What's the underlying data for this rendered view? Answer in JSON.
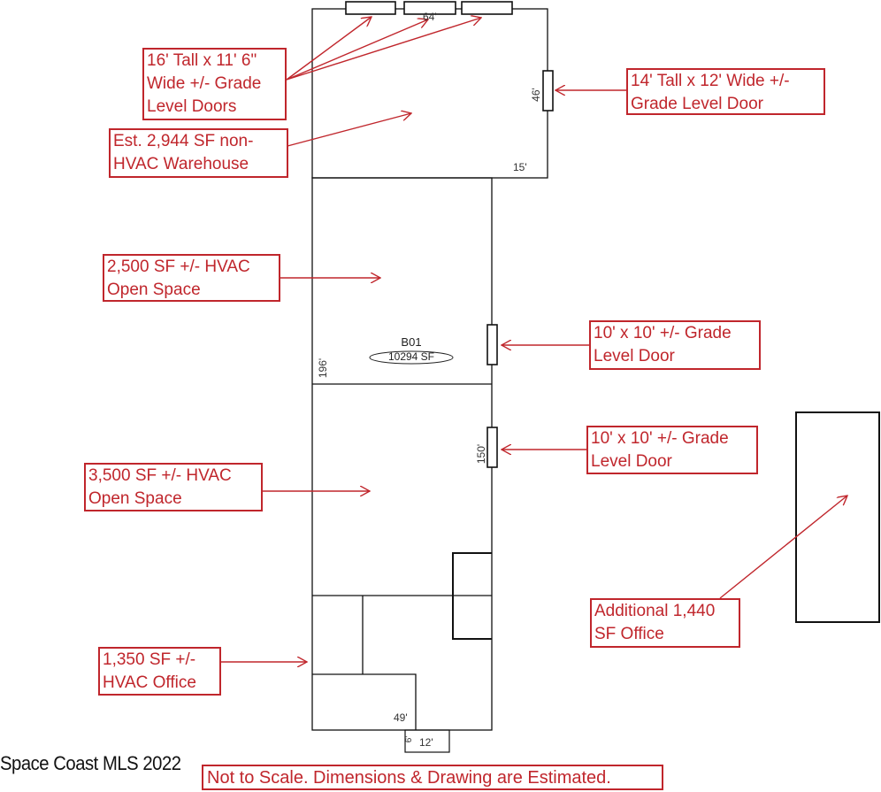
{
  "colors": {
    "annotation": "#c0262c",
    "walls": "#111111",
    "dimension_text": "#333333"
  },
  "callouts": {
    "warehouse_doors": {
      "lines": [
        "16' Tall x 11' 6\"",
        "Wide +/- Grade",
        "Level Doors"
      ]
    },
    "warehouse_area": {
      "lines": [
        "Est. 2,944 SF non-",
        "HVAC Warehouse"
      ]
    },
    "side_door_top": {
      "lines": [
        "14' Tall x 12' Wide +/-",
        "Grade Level Door"
      ]
    },
    "open_space_1": {
      "lines": [
        "2,500 SF +/- HVAC",
        "Open Space"
      ]
    },
    "side_door_mid": {
      "lines": [
        "10' x 10' +/- Grade",
        "Level Door"
      ]
    },
    "side_door_low": {
      "lines": [
        "10' x 10' +/- Grade",
        "Level Door"
      ]
    },
    "open_space_2": {
      "lines": [
        "3,500 SF +/- HVAC",
        "Open Space"
      ]
    },
    "office_main": {
      "lines": [
        "1,350 SF +/-",
        "HVAC Office"
      ]
    },
    "office_additional": {
      "lines": [
        "Additional 1,440",
        "SF Office"
      ]
    }
  },
  "dimensions": {
    "top_width": "64'",
    "warehouse_depth": "46'",
    "warehouse_offset": "15'",
    "total_depth": "196'",
    "open_depth": "150'",
    "bottom_width": "49'",
    "porch_depth": "6'",
    "porch_width": "12'"
  },
  "unit": {
    "id": "B01",
    "area": "10294 SF"
  },
  "footer": {
    "watermark": "Space Coast MLS 2022",
    "disclaimer": "Not to Scale. Dimensions & Drawing are Estimated."
  }
}
